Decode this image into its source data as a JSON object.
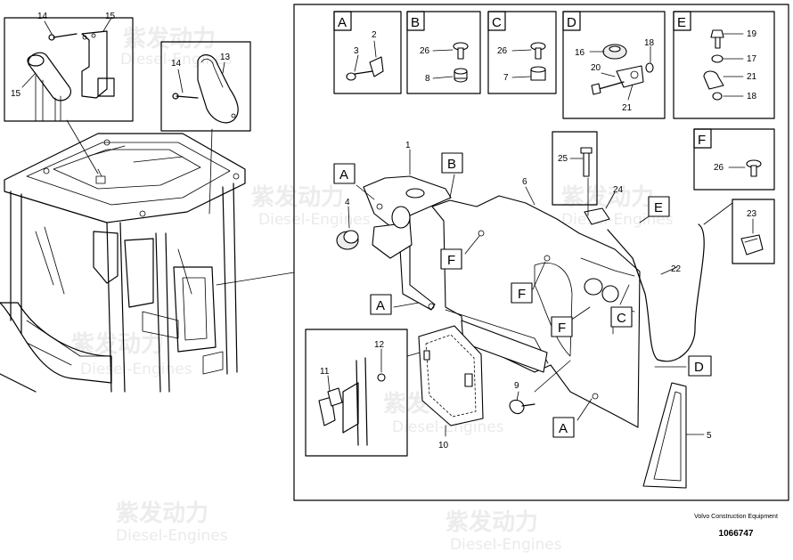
{
  "footer": {
    "company": "Volvo Construction Equipment",
    "doc_number": "1066747"
  },
  "watermark": {
    "text": "紫发动力",
    "subtext": "Diesel-Engines"
  },
  "detail_boxes": {
    "A": {
      "letter": "A",
      "parts": [
        "2",
        "3"
      ]
    },
    "B": {
      "letter": "B",
      "parts": [
        "26",
        "8"
      ]
    },
    "C": {
      "letter": "C",
      "parts": [
        "26",
        "7"
      ]
    },
    "D": {
      "letter": "D",
      "parts": [
        "16",
        "18",
        "20",
        "21"
      ]
    },
    "E": {
      "letter": "E",
      "parts": [
        "19",
        "17",
        "21",
        "18"
      ]
    },
    "F": {
      "letter": "F",
      "parts": [
        "26"
      ]
    }
  },
  "callouts": {
    "p1": "1",
    "p2": "2",
    "p3": "3",
    "p4": "4",
    "p5": "5",
    "p6": "6",
    "p7": "7",
    "p8": "8",
    "p9": "9",
    "p10": "10",
    "p11": "11",
    "p12": "12",
    "p13": "13",
    "p14": "14",
    "p15": "15",
    "p16": "16",
    "p17": "17",
    "p18": "18",
    "p19": "19",
    "p20": "20",
    "p21": "21",
    "p22": "22",
    "p23": "23",
    "p24": "24",
    "p25": "25",
    "p26": "26"
  },
  "markers": {
    "A": "A",
    "B": "B",
    "C": "C",
    "D": "D",
    "E": "E",
    "F": "F"
  }
}
